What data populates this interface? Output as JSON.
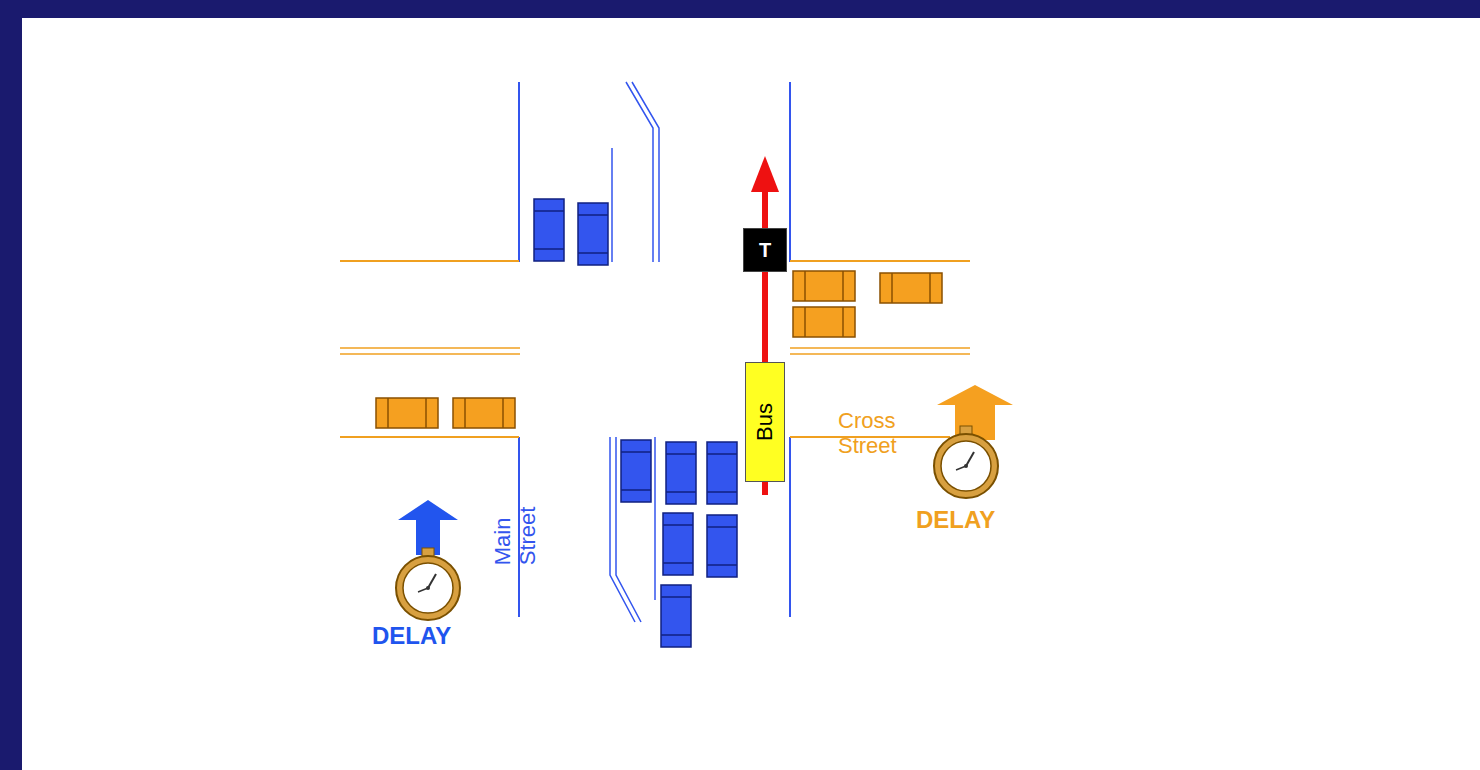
{
  "diagram": {
    "nodes": [
      {
        "text": [
          "T"
        ]
      },
      {
        "text": [
          "Bus"
        ]
      }
    ],
    "labels": [
      "Main Street",
      "Cross Street",
      "DELAY",
      "DELAY"
    ]
  }
}
